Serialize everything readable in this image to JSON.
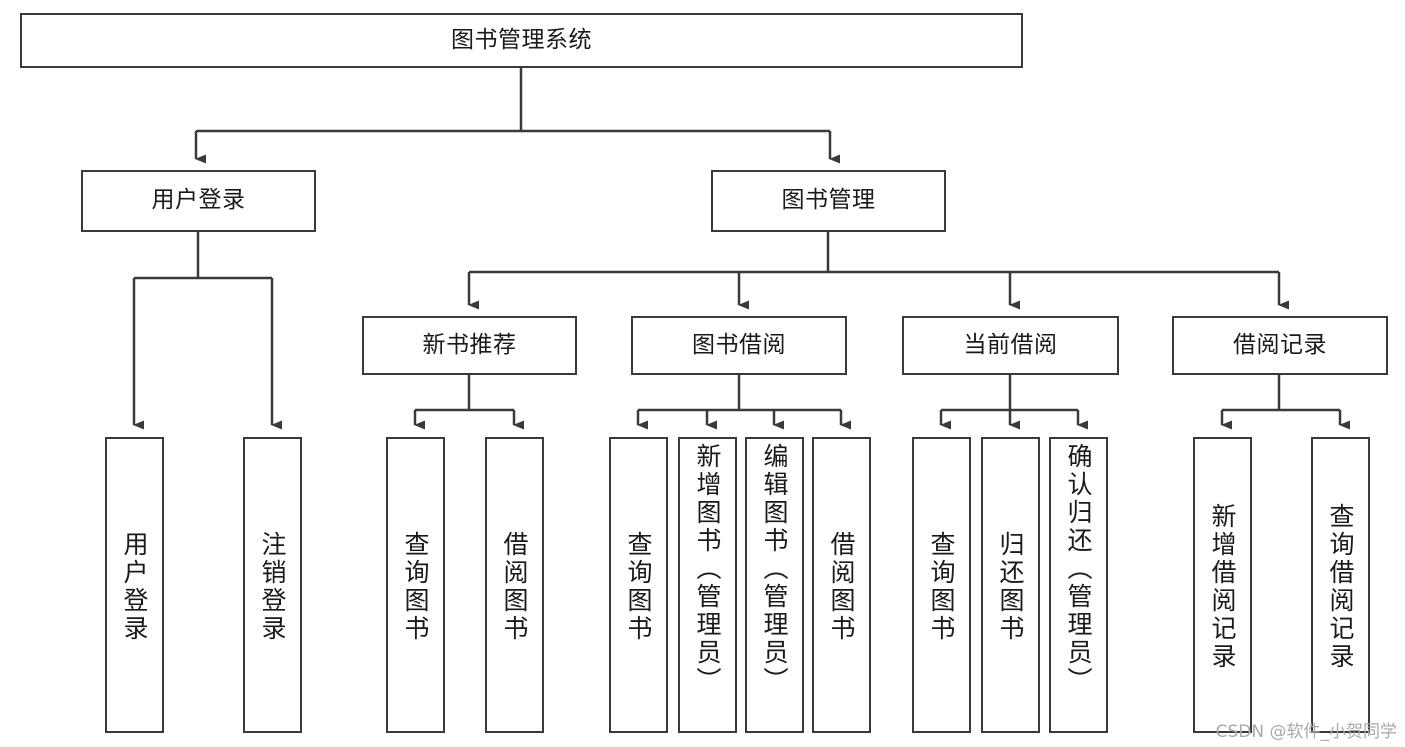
{
  "diagram": {
    "title": "图书管理系统",
    "watermark": "CSDN @软件_小贺同学",
    "nodes": {
      "root": {
        "label": "图书管理系统"
      },
      "l2": [
        {
          "id": "user-login",
          "label": "用户登录"
        },
        {
          "id": "book-management",
          "label": "图书管理"
        }
      ],
      "l3": [
        {
          "id": "new-book-recommend",
          "label": "新书推荐"
        },
        {
          "id": "book-borrow",
          "label": "图书借阅"
        },
        {
          "id": "current-borrow",
          "label": "当前借阅"
        },
        {
          "id": "borrow-record",
          "label": "借阅记录"
        }
      ],
      "leaves": [
        {
          "id": "leaf-user-login",
          "label": "用户登录",
          "parent": "user-login"
        },
        {
          "id": "leaf-logout-login",
          "label": "注销登录",
          "parent": "user-login"
        },
        {
          "id": "leaf-query-book-1",
          "label": "查询图书",
          "parent": "new-book-recommend"
        },
        {
          "id": "leaf-borrow-book-1",
          "label": "借阅图书",
          "parent": "new-book-recommend"
        },
        {
          "id": "leaf-query-book-2",
          "label": "查询图书",
          "parent": "book-borrow"
        },
        {
          "id": "leaf-add-book-admin",
          "label": "新增图书（管理员）",
          "parent": "book-borrow"
        },
        {
          "id": "leaf-edit-book-admin",
          "label": "编辑图书（管理员）",
          "parent": "book-borrow"
        },
        {
          "id": "leaf-borrow-book-2",
          "label": "借阅图书",
          "parent": "book-borrow"
        },
        {
          "id": "leaf-query-book-3",
          "label": "查询图书",
          "parent": "current-borrow"
        },
        {
          "id": "leaf-return-book",
          "label": "归还图书",
          "parent": "current-borrow"
        },
        {
          "id": "leaf-confirm-return-admin",
          "label": "确认归还（管理员）",
          "parent": "current-borrow"
        },
        {
          "id": "leaf-add-borrow-record",
          "label": "新增借阅记录",
          "parent": "borrow-record"
        },
        {
          "id": "leaf-query-borrow-record",
          "label": "查询借阅记录",
          "parent": "borrow-record"
        }
      ]
    },
    "colors": {
      "stroke": "#3a3a3a",
      "text": "#1a1a1a",
      "background": "#ffffff",
      "watermark": "#a9a9a9"
    }
  }
}
